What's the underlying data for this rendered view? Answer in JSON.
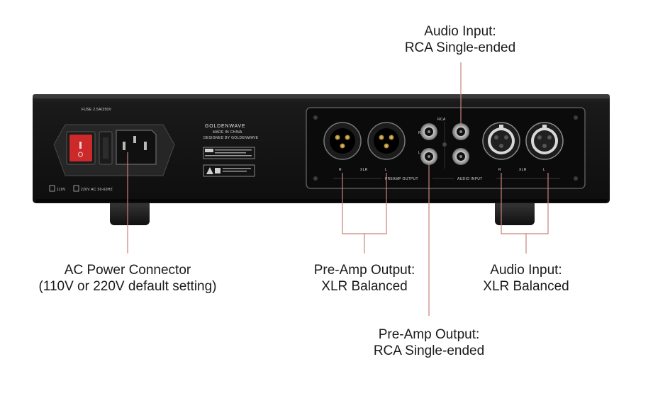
{
  "device": {
    "brand": "GOLDENWAVE",
    "made_in": "MADE IN CHINA",
    "designed_by": "DESIGNED BY GOLDENWAVE",
    "fuse": "FUSE 2.5A/250V",
    "voltage_110": "110V",
    "voltage_220": "220V AC 50-60HZ",
    "rca": "RCA",
    "xlr": "XLR",
    "preamp_output": "PREAMP OUTPUT",
    "audio_input": "AUDIO INPUT",
    "r": "R",
    "l": "L"
  },
  "callouts": {
    "top_rca_input": {
      "line1": "Audio Input:",
      "line2": "RCA Single-ended"
    },
    "ac_power": {
      "line1": "AC Power Connector",
      "line2": "(110V or 220V default setting)"
    },
    "preamp_xlr": {
      "line1": "Pre-Amp Output:",
      "line2": "XLR Balanced"
    },
    "audio_xlr": {
      "line1": "Audio Input:",
      "line2": "XLR Balanced"
    },
    "preamp_rca": {
      "line1": "Pre-Amp Output:",
      "line2": "RCA Single-ended"
    }
  },
  "colors": {
    "leader_line": "#c9837a",
    "chassis": "#161616",
    "panel": "#0c0c0c",
    "power_switch": "#cc2a2a"
  }
}
